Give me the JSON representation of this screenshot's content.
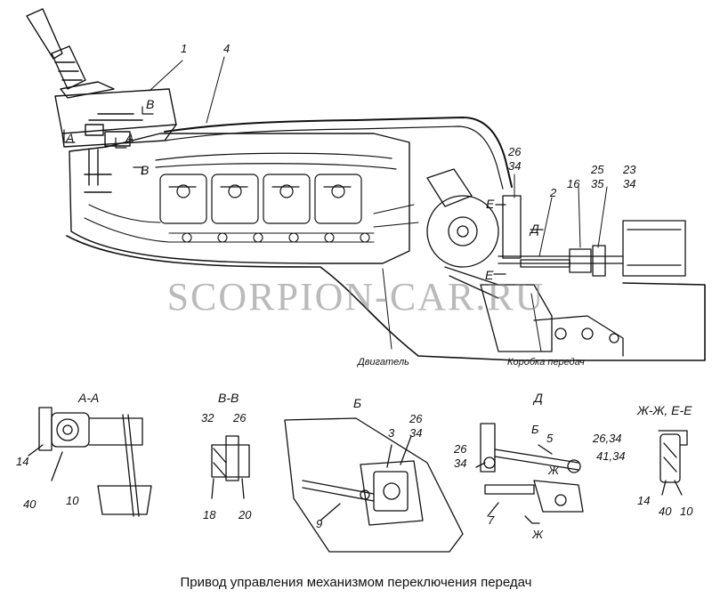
{
  "watermark": "SCORPION-CAR.RU",
  "caption": "Привод управления механизмом переключения передач",
  "main": {
    "callouts": {
      "c1": "1",
      "c4": "4",
      "c2": "2",
      "c26_top": "26",
      "c34_top": "34",
      "c16": "16",
      "c25": "25",
      "c35": "35",
      "c23": "23",
      "c34_right": "34",
      "sec_A": "А",
      "sec_A2": "А",
      "sec_B": "В",
      "sec_B2": "В",
      "sec_E": "Е",
      "sec_E2": "Е",
      "sec_D": "Д"
    },
    "engine_label": "Двигатель",
    "gearbox_label": "Коробка передач"
  },
  "views": {
    "aa": {
      "title": "А-А",
      "labels": [
        "14",
        "40",
        "10"
      ]
    },
    "vv": {
      "title": "В-В",
      "labels": [
        "32",
        "26",
        "18",
        "20"
      ]
    },
    "b": {
      "title": "Б",
      "labels": [
        "26",
        "34",
        "3",
        "9"
      ]
    },
    "d": {
      "title": "Д",
      "sub": "Б",
      "labels": [
        "5",
        "26,34",
        "41,34",
        "26",
        "34",
        "7",
        "Ж",
        "Ж"
      ]
    },
    "zh": {
      "title": "Ж-Ж, Е-Е",
      "labels": [
        "14",
        "40",
        "10"
      ]
    }
  }
}
